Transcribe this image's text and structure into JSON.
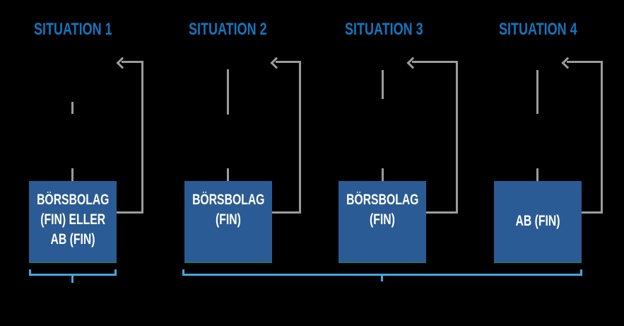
{
  "diagram": {
    "situations": [
      {
        "title": "SITUATION 1",
        "box_lines": [
          "BÖRSBOLAG",
          "(FIN) ELLER",
          "AB (FIN)"
        ]
      },
      {
        "title": "SITUATION 2",
        "box_lines": [
          "BÖRSBOLAG",
          "(FIN)"
        ]
      },
      {
        "title": "SITUATION 3",
        "box_lines": [
          "BÖRSBOLAG",
          "(FIN)"
        ]
      },
      {
        "title": "SITUATION 4",
        "box_lines": [
          "AB (FIN)"
        ]
      }
    ],
    "colors": {
      "background": "#000000",
      "title_blue": "#1176BE",
      "box_fill": "#2B5B94",
      "box_bottom_edge": "#1A756E",
      "box_text": "#FFFFFF",
      "line_gray": "#9B9B9B",
      "brace_blue": "#42A7DD"
    }
  }
}
